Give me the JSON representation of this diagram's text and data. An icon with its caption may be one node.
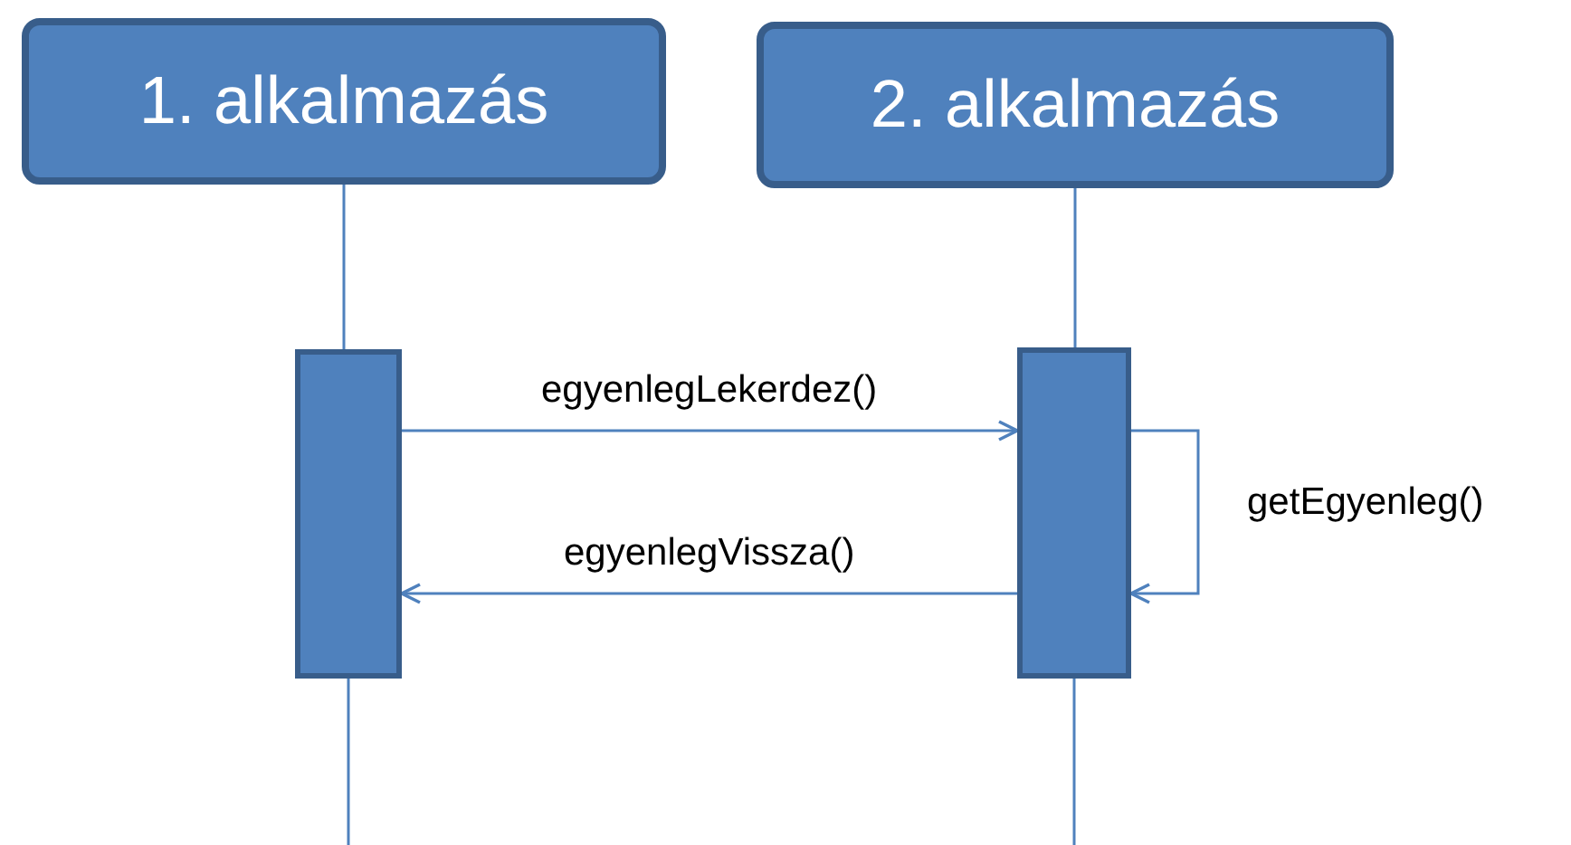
{
  "diagram": {
    "nodes": [
      {
        "text": [
          "1. alkalmazás"
        ]
      },
      {
        "text": [
          "2. alkalmazás"
        ]
      },
      {
        "text": [],
        "shape": "bar"
      },
      {
        "text": [],
        "shape": "bar"
      }
    ],
    "edges": [
      {
        "from": 0,
        "to": 2,
        "arrow": "none"
      },
      {
        "from": 2,
        "to": null,
        "arrow": "none"
      },
      {
        "from": 1,
        "to": 3,
        "arrow": "none"
      },
      {
        "from": 3,
        "to": null,
        "arrow": "none"
      },
      {
        "from": 2,
        "to": 3,
        "label": "egyenlegLekerdez()",
        "arrow": "to"
      },
      {
        "from": 3,
        "to": 2,
        "label": "egyenlegVissza()",
        "arrow": "to"
      },
      {
        "from": 3,
        "to": 3,
        "label": "getEgyenleg()",
        "arrow": "to"
      }
    ]
  }
}
